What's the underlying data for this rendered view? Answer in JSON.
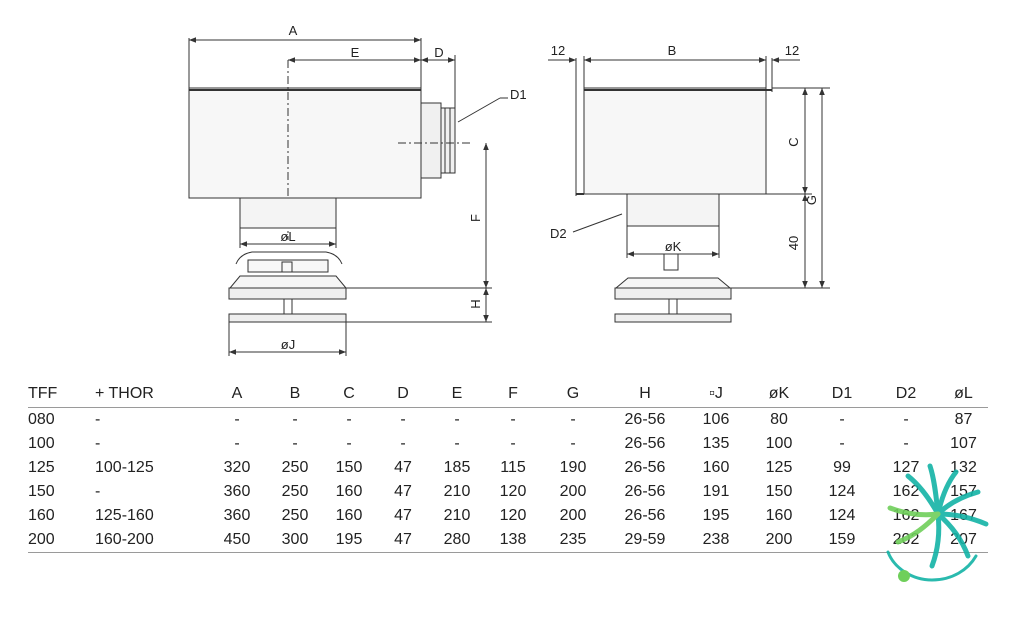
{
  "drawing_labels": {
    "a": "A",
    "e": "E",
    "d": "D",
    "d1": "D1",
    "f": "F",
    "h": "H",
    "l": "øL",
    "j": "øJ",
    "twelve": "12",
    "b": "B",
    "c": "C",
    "g": "G",
    "forty": "40",
    "d2": "D2",
    "k": "øK"
  },
  "table": {
    "headers": [
      "TFF",
      "+ THOR",
      "A",
      "B",
      "C",
      "D",
      "E",
      "F",
      "G",
      "H",
      "▫J",
      "øK",
      "D1",
      "D2",
      "øL"
    ],
    "rows": [
      [
        "080",
        "-",
        "-",
        "-",
        "-",
        "-",
        "-",
        "-",
        "-",
        "26-56",
        "106",
        "80",
        "-",
        "-",
        "87"
      ],
      [
        "100",
        "-",
        "-",
        "-",
        "-",
        "-",
        "-",
        "-",
        "-",
        "26-56",
        "135",
        "100",
        "-",
        "-",
        "107"
      ],
      [
        "125",
        "100-125",
        "320",
        "250",
        "150",
        "47",
        "185",
        "115",
        "190",
        "26-56",
        "160",
        "125",
        "99",
        "127",
        "132"
      ],
      [
        "150",
        "-",
        "360",
        "250",
        "160",
        "47",
        "210",
        "120",
        "200",
        "26-56",
        "191",
        "150",
        "124",
        "162",
        "157"
      ],
      [
        "160",
        "125-160",
        "360",
        "250",
        "160",
        "47",
        "210",
        "120",
        "200",
        "26-56",
        "195",
        "160",
        "124",
        "162",
        "167"
      ],
      [
        "200",
        "160-200",
        "450",
        "300",
        "195",
        "47",
        "280",
        "138",
        "235",
        "29-59",
        "238",
        "200",
        "159",
        "202",
        "207"
      ]
    ]
  },
  "colors": {
    "logo_teal": "#14b3a6",
    "logo_green": "#6fcf5a",
    "rule": "#9a9a9a"
  }
}
